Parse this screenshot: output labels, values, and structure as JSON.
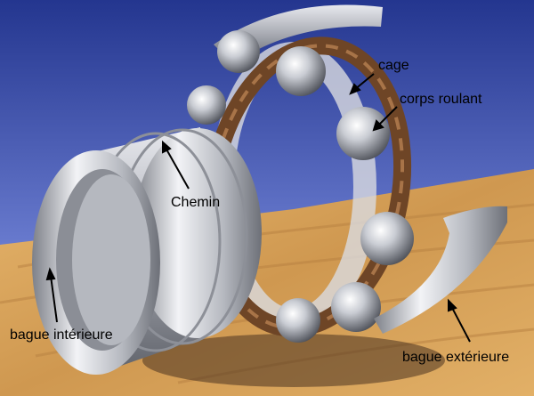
{
  "title": "Roulement à billes",
  "labels": {
    "cage": "cage",
    "rolling_element": "corps roulant",
    "raceway": "Chemin",
    "inner_ring": "bague intérieure",
    "outer_ring": "bague extérieure"
  },
  "colors": {
    "sky_top": "#24368f",
    "sky_bottom": "#8a9be0",
    "wood": "#d8a45c",
    "cage": "#6e4526",
    "steel": "#c9ccd3"
  }
}
